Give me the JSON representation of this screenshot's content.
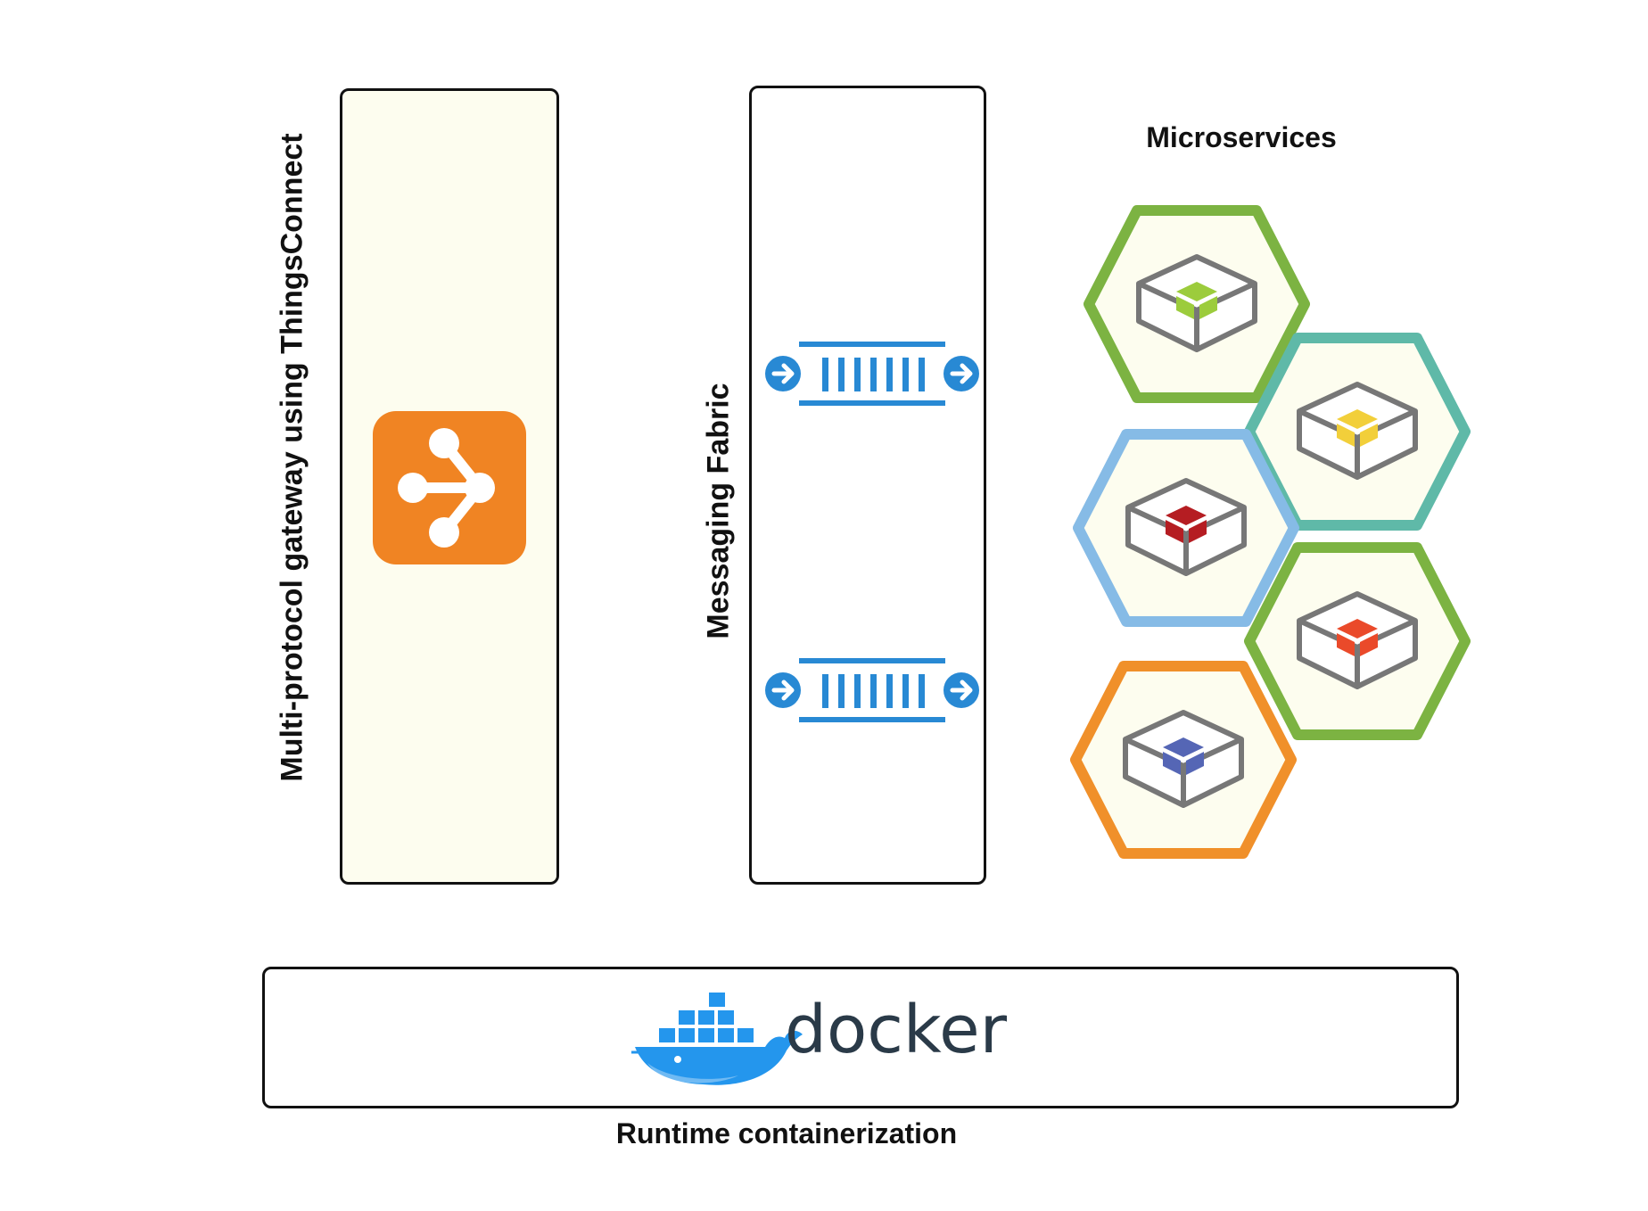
{
  "gateway": {
    "label": "Multi-protocol gateway using ThingsConnect",
    "icon": "share-branch-icon",
    "icon_color": "#f08423"
  },
  "fabric": {
    "label": "Messaging Fabric",
    "icon": "message-queue-icon",
    "icon_color": "#2889d4",
    "queue_count": 2
  },
  "microservices": {
    "title": "Microservices",
    "items": [
      {
        "icon": "container-cube-icon",
        "border_color": "#7cb342",
        "cube_color": "#9ccc3c"
      },
      {
        "icon": "container-cube-icon",
        "border_color": "#5fb9a8",
        "cube_color": "#f2cf3a"
      },
      {
        "icon": "container-cube-icon",
        "border_color": "#86bbe6",
        "cube_color": "#b51d22"
      },
      {
        "icon": "container-cube-icon",
        "border_color": "#7cb342",
        "cube_color": "#ea4a2a"
      },
      {
        "icon": "container-cube-icon",
        "border_color": "#f0902a",
        "cube_color": "#5566b5"
      }
    ]
  },
  "runtime": {
    "logo_text": "docker",
    "logo_icon": "docker-whale-icon",
    "logo_color": "#2496ed",
    "label": "Runtime containerization"
  }
}
